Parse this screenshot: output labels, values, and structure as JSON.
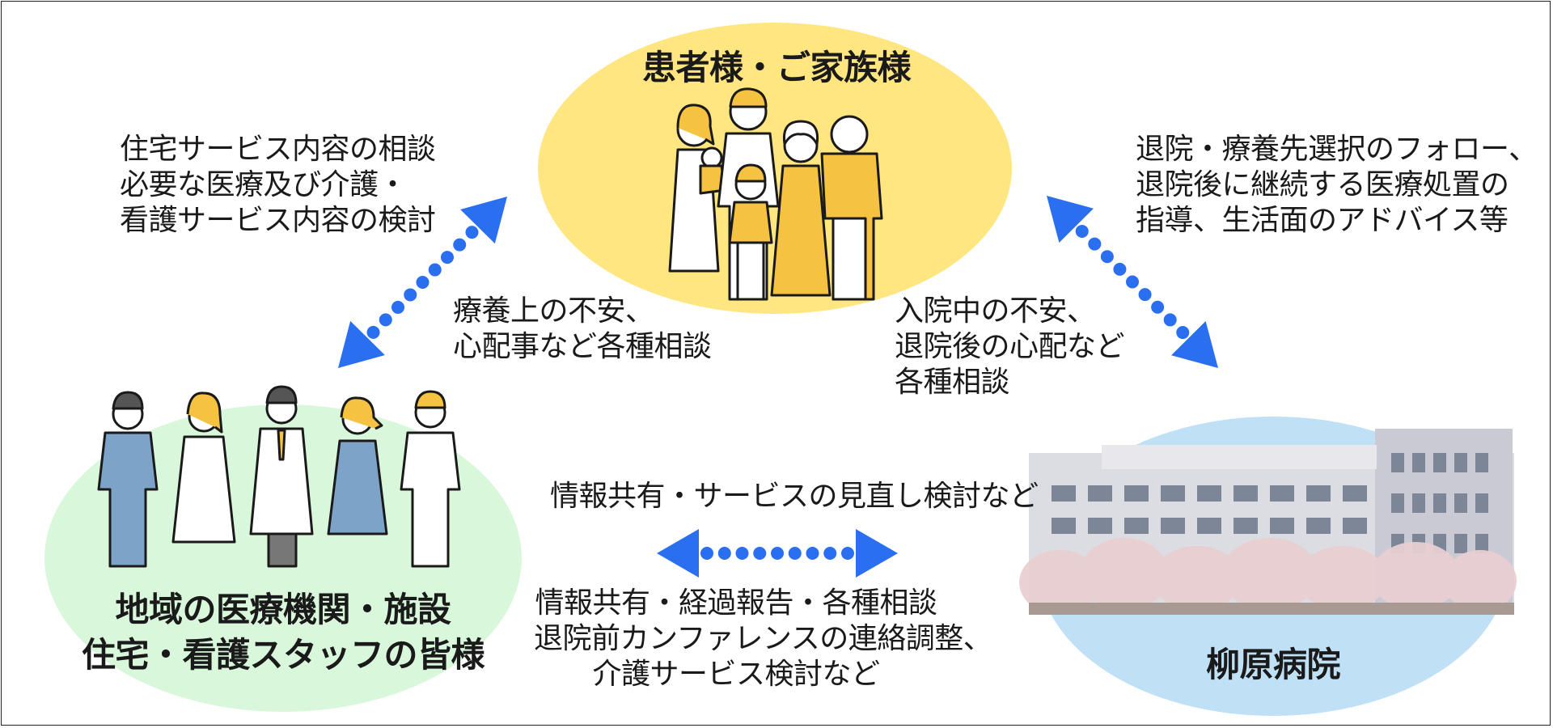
{
  "nodes": {
    "patients": {
      "title": "患者様・ご家族様",
      "color": "#ffe680"
    },
    "community": {
      "title_lines": [
        "地域の医療機関・施設",
        "住宅・看護スタッフの皆様"
      ],
      "color": "#d9f7da"
    },
    "hospital": {
      "title": "柳原病院",
      "color": "#bfe0f5"
    }
  },
  "labels": {
    "top_left": [
      "住宅サービス内容の相談",
      "必要な医療及び介護・",
      "看護サービス内容の検討"
    ],
    "top_right": [
      "退院・療養先選択のフォロー、",
      "退院後に継続する医療処置の",
      "指導、生活面のアドバイス等"
    ],
    "inner_left": [
      "療養上の不安、",
      "心配事など各種相談"
    ],
    "inner_right": [
      "入院中の不安、",
      "退院後の心配など",
      "各種相談"
    ],
    "bottom_top": "情報共有・サービスの見直し検討など",
    "bottom_bottom": [
      "情報共有・経過報告・各種相談",
      "退院前カンファレンスの連絡調整、",
      "介護サービス検討など"
    ]
  },
  "icons": {
    "family": "family-illustration",
    "staff": "medical-staff-illustration",
    "building": "hospital-building-photo",
    "arrow": "dotted-double-arrow"
  },
  "colors": {
    "arrow": "#2a6ff0",
    "text": "#1a1a1a"
  }
}
